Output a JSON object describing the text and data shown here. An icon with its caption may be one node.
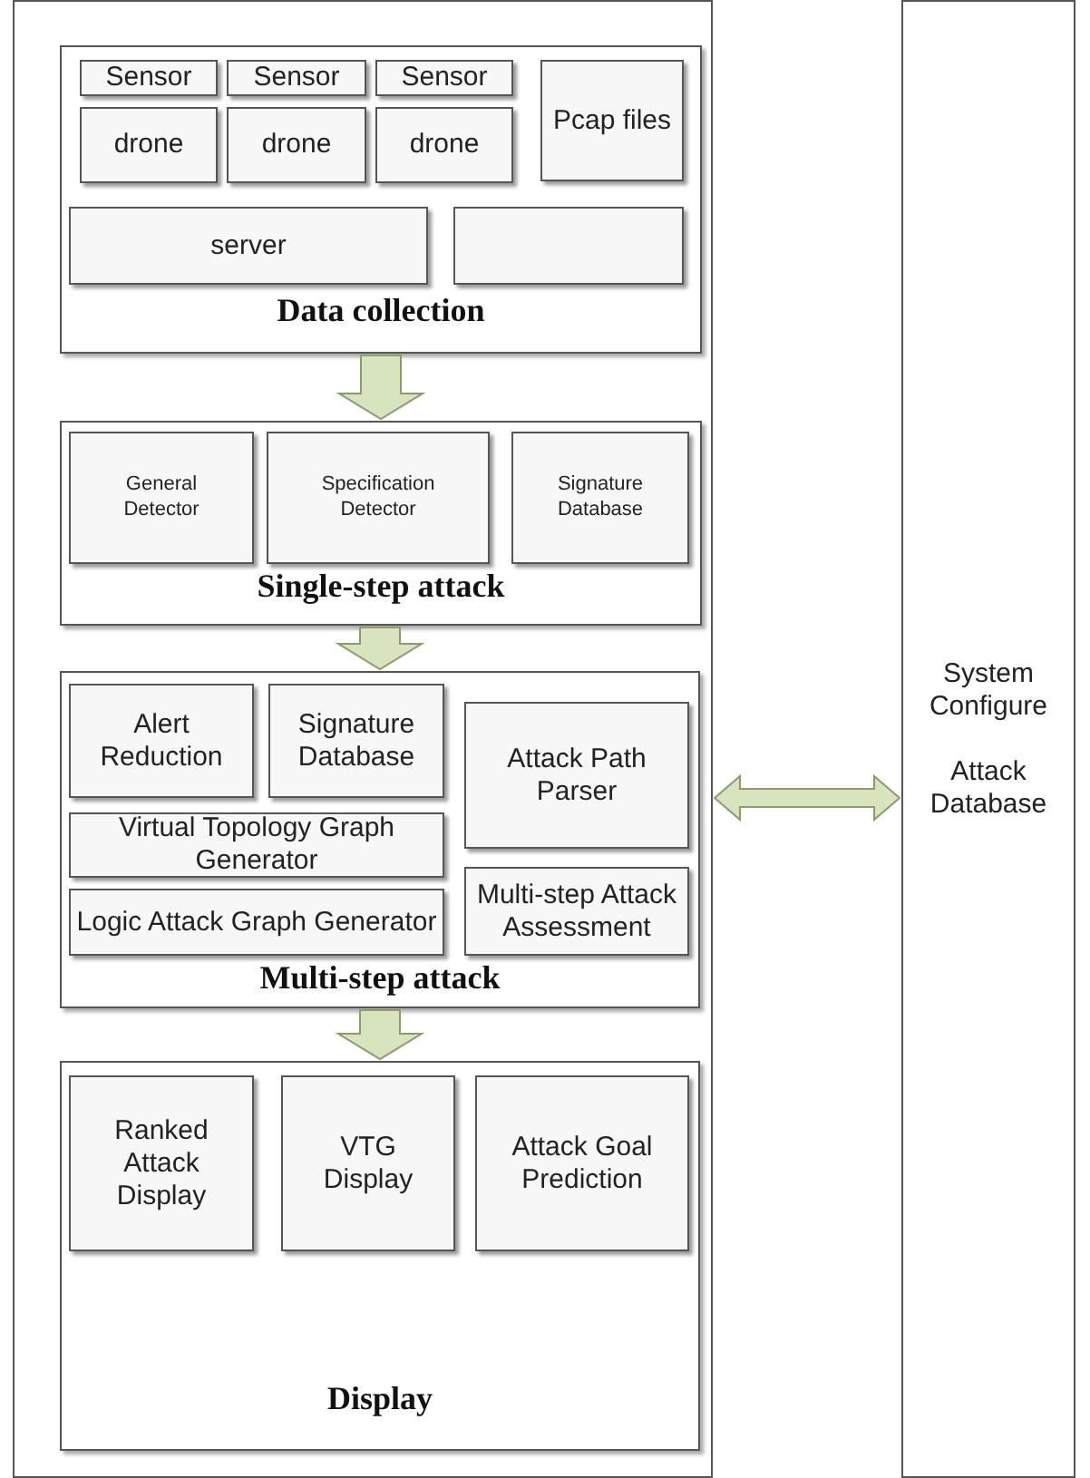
{
  "diagram": {
    "nodes": [
      {
        "text": [],
        "shape": "box"
      },
      {
        "text": [
          "Data collection"
        ],
        "in": 0
      },
      {
        "text": [
          "Sensor"
        ],
        "in": 1
      },
      {
        "text": [
          "Sensor"
        ],
        "in": 1
      },
      {
        "text": [
          "Sensor"
        ],
        "in": 1
      },
      {
        "text": [
          "drone"
        ],
        "in": 1
      },
      {
        "text": [
          "drone"
        ],
        "in": 1
      },
      {
        "text": [
          "drone"
        ],
        "in": 1
      },
      {
        "text": [
          "Pcap files"
        ],
        "in": 1
      },
      {
        "text": [
          "server"
        ],
        "in": 1
      },
      {
        "text": [],
        "shape": "box",
        "in": 1
      },
      {
        "text": [
          "Single-step attack"
        ],
        "in": 0
      },
      {
        "text": [
          "General Detector"
        ],
        "in": 11
      },
      {
        "text": [
          "Specification Detector"
        ],
        "in": 11
      },
      {
        "text": [
          "Signature Database"
        ],
        "in": 11
      },
      {
        "text": [
          "Multi-step attack"
        ],
        "in": 0
      },
      {
        "text": [
          "Alert Reduction"
        ],
        "in": 15
      },
      {
        "text": [
          "Signature Database"
        ],
        "in": 15
      },
      {
        "text": [
          "Attack Path Parser"
        ],
        "in": 15
      },
      {
        "text": [
          "Virtual Topology Graph Generator"
        ],
        "in": 15
      },
      {
        "text": [
          "Logic Attack Graph Generator"
        ],
        "in": 15
      },
      {
        "text": [
          "Multi-step Attack Assessment"
        ],
        "in": 15
      },
      {
        "text": [
          "Display"
        ],
        "in": 0
      },
      {
        "text": [
          "Ranked Attack Display"
        ],
        "in": 22
      },
      {
        "text": [
          "VTG Display"
        ],
        "in": 22
      },
      {
        "text": [
          "Attack Goal Prediction"
        ],
        "in": 22
      },
      {
        "text": [
          "System Configure",
          "Attack Database"
        ]
      }
    ],
    "edges": [
      {
        "from": 1,
        "to": 11,
        "arrow": "to",
        "style": "thick"
      },
      {
        "from": 11,
        "to": 15,
        "arrow": "to",
        "style": "thick"
      },
      {
        "from": 15,
        "to": 22,
        "arrow": "to",
        "style": "thick"
      },
      {
        "from": 0,
        "to": 26,
        "arrow": "both",
        "style": "thick"
      }
    ]
  }
}
